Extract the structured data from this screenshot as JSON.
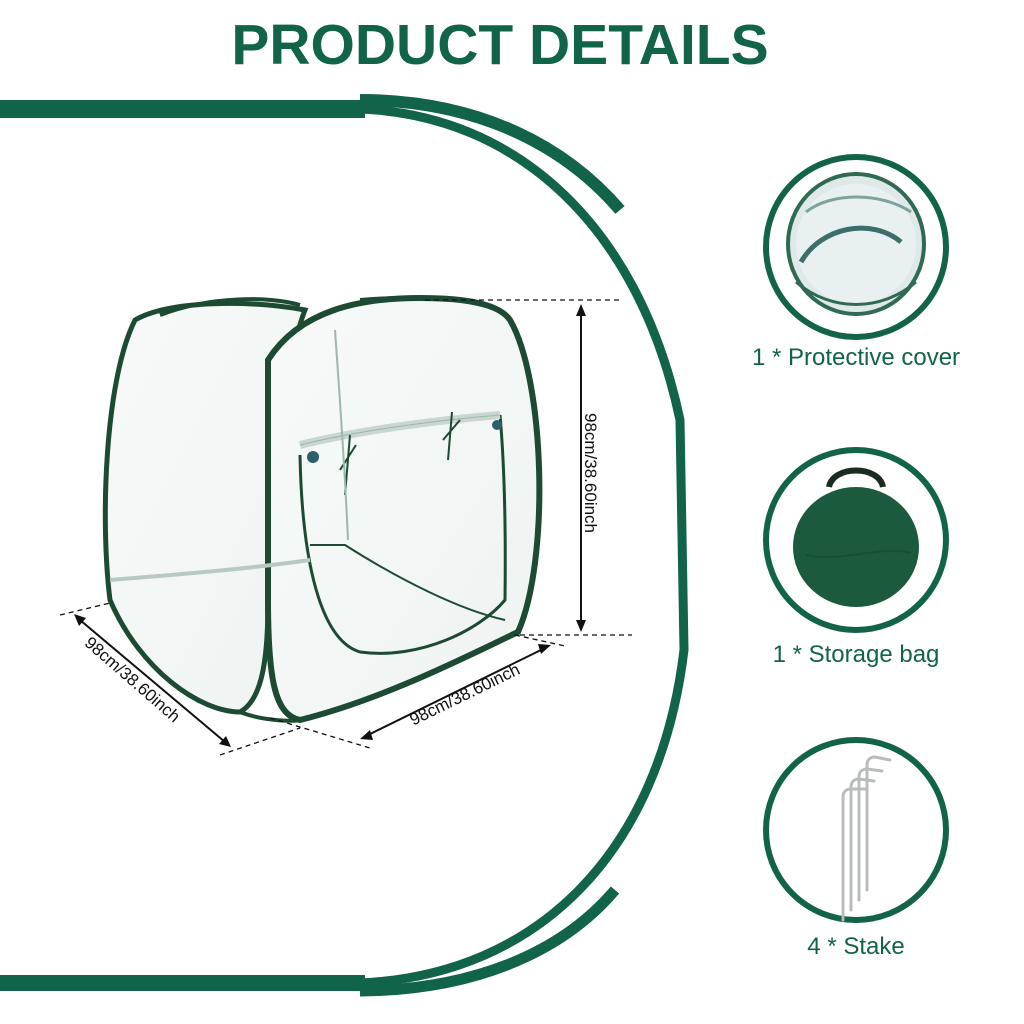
{
  "header": {
    "title": "PRODUCT DETAILS"
  },
  "colors": {
    "brand_green": "#11634a",
    "tent_frame_green": "#1d4a33",
    "text_dark": "#111111"
  },
  "product": {
    "name": "pop-up greenhouse tent",
    "dimensions": {
      "height": "98cm/38.60inch",
      "depth": "98cm/38.60inch",
      "width": "98cm/38.60inch"
    }
  },
  "accessories": [
    {
      "label": "1 * Protective cover",
      "icon": "folded-cover-icon"
    },
    {
      "label": "1 * Storage bag",
      "icon": "storage-bag-icon"
    },
    {
      "label": "4 * Stake",
      "icon": "stakes-icon"
    }
  ]
}
